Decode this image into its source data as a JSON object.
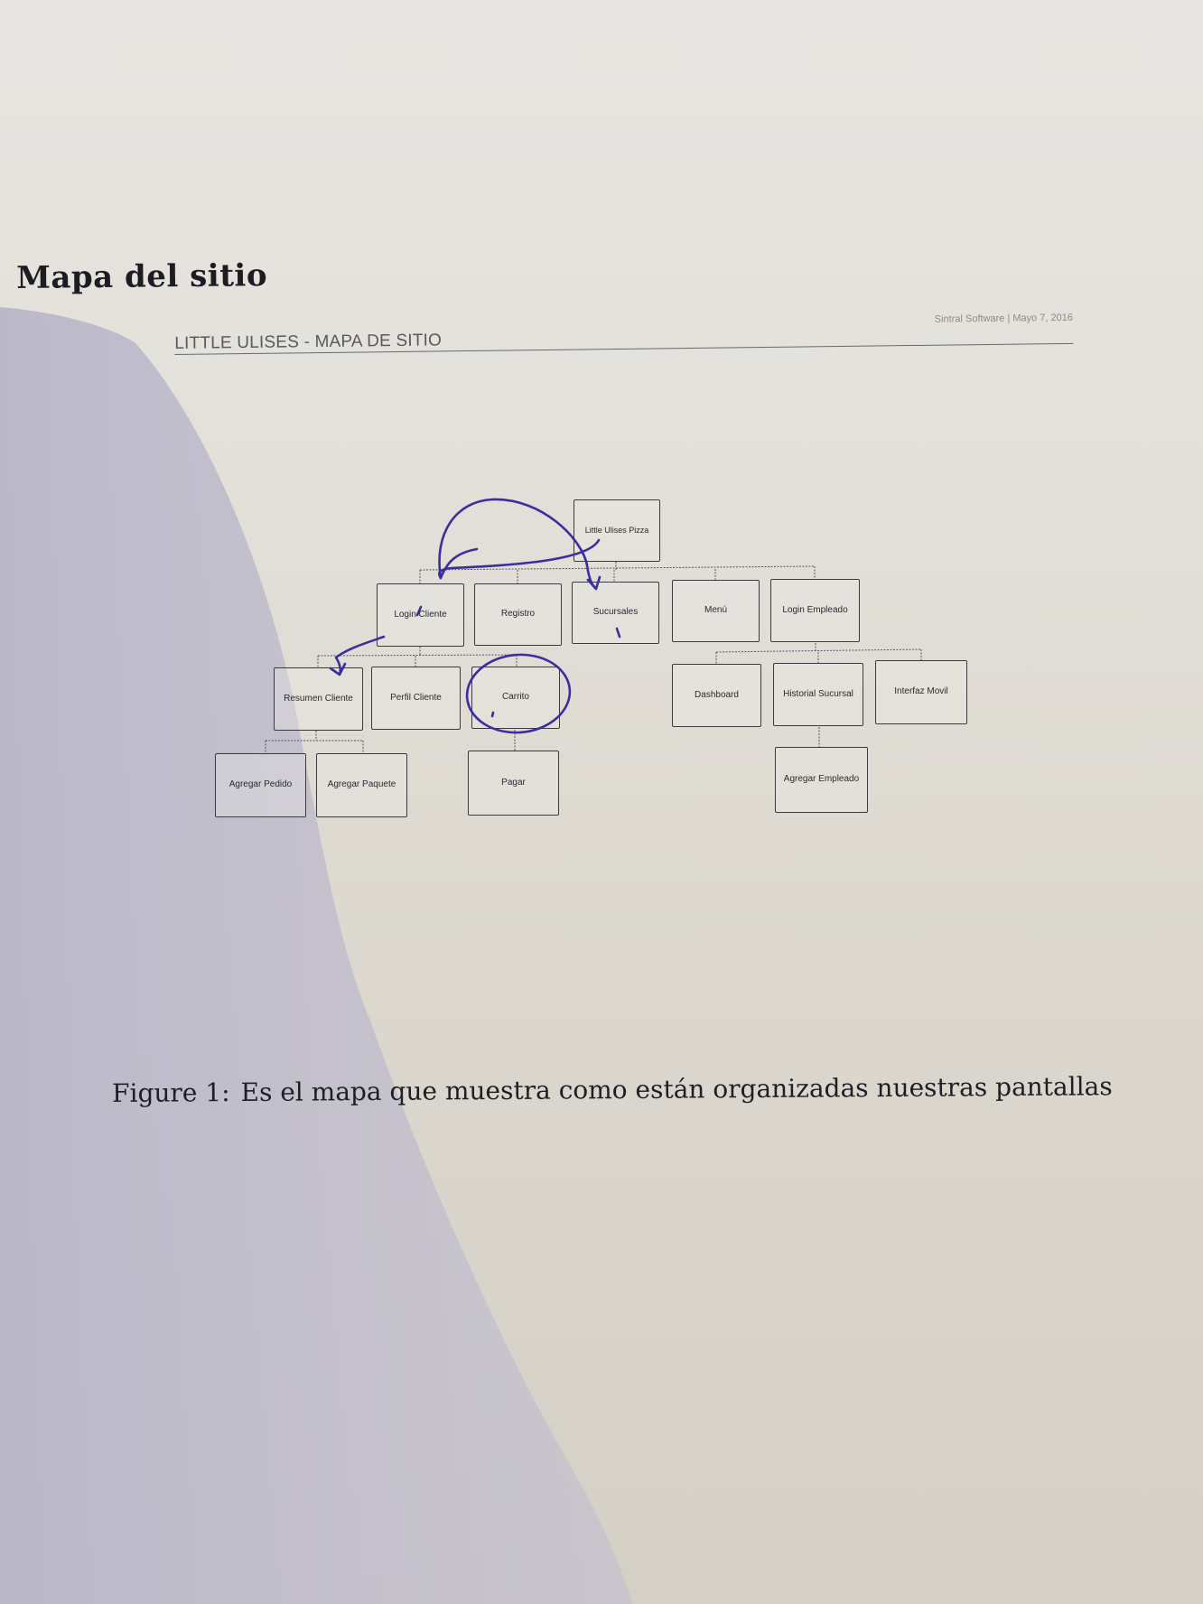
{
  "section_title": "Mapa del sitio",
  "header": {
    "left": "LITTLE ULISES - MAPA DE SITIO",
    "right": "Sintral Software  |  Mayo 7, 2016"
  },
  "diagram": {
    "nodes": {
      "root": "Little Ulises Pizza",
      "login_cliente": "Login Cliente",
      "registro": "Registro",
      "sucursales": "Sucursales",
      "menu": "Menú",
      "login_empleado": "Login Empleado",
      "resumen_cliente": "Resumen Cliente",
      "perfil_cliente": "Perfil Cliente",
      "carrito": "Carrito",
      "dashboard": "Dashboard",
      "historial_sucursal": "Historial Sucursal",
      "interfaz_movil": "Interfaz Movil",
      "agregar_pedido": "Agregar Pedido",
      "agregar_paquete": "Agregar Paquete",
      "pagar": "Pagar",
      "agregar_empleado": "Agregar Empleado"
    },
    "annotation_color": "#3b2fa0"
  },
  "caption": {
    "label": "Figure 1:",
    "text": "Es el mapa que muestra como están organizadas nuestras pantallas"
  }
}
